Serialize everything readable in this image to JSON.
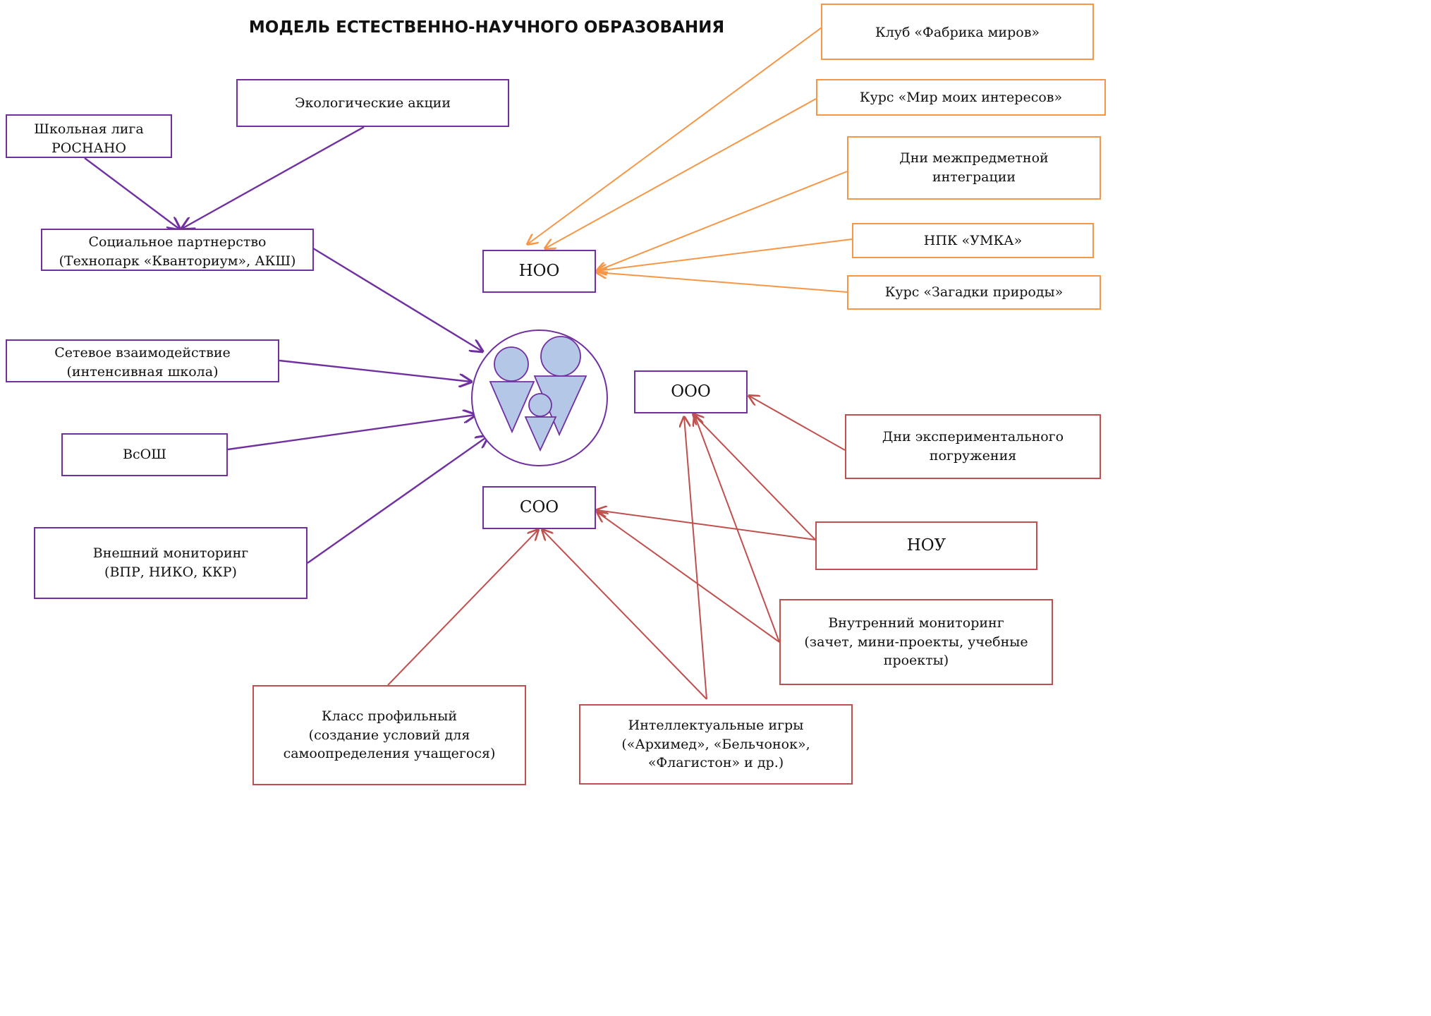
{
  "title": "МОДЕЛЬ ЕСТЕСТВЕННО-НАУЧНОГО ОБРАЗОВАНИЯ",
  "colors": {
    "purple": "#7030a0",
    "orange": "#f79646",
    "red": "#c0504d",
    "figure_fill": "#b4c7e7",
    "figure_stroke": "#7030a0"
  },
  "central_icon": "family-group-icon",
  "levels": {
    "noo": "НОО",
    "ooo": "ООО",
    "soo": "СОО"
  },
  "left_nodes": {
    "school_league": [
      "Школьная лига",
      "РОСНАНО"
    ],
    "eco_actions": [
      "Экологические акции"
    ],
    "social_partnership": [
      "Социальное партнерство",
      "(Технопарк «Кванториум», АКШ)"
    ],
    "network": [
      "Сетевое взаимодействие",
      "(интенсивная школа)"
    ],
    "vsosh": [
      "ВсОШ"
    ],
    "external_monitoring": [
      "Внешний мониторинг",
      "(ВПР, НИКО, ККР)"
    ]
  },
  "noo_nodes": {
    "club": [
      "Клуб «Фабрика миров»"
    ],
    "course_interests": [
      "Курс «Мир моих интересов»"
    ],
    "days_integration": [
      "Дни межпредметной",
      "интеграции"
    ],
    "npk": [
      "НПК «УМКА»"
    ],
    "course_nature": [
      "Курс «Загадки природы»"
    ]
  },
  "ooo_soo_nodes": {
    "days_experiment": [
      "Дни экспериментального",
      "погружения"
    ],
    "nou": [
      "НОУ"
    ],
    "internal_monitoring": [
      "Внутренний мониторинг",
      "(зачет, мини-проекты, учебные",
      "проекты)"
    ],
    "profile_class": [
      "Класс профильный",
      "(создание условий для",
      "самоопределения учащегося)"
    ],
    "intellectual_games": [
      "Интеллектуальные игры",
      "(«Архимед», «Бельчонок»,",
      "«Флагистон» и др.)"
    ]
  }
}
